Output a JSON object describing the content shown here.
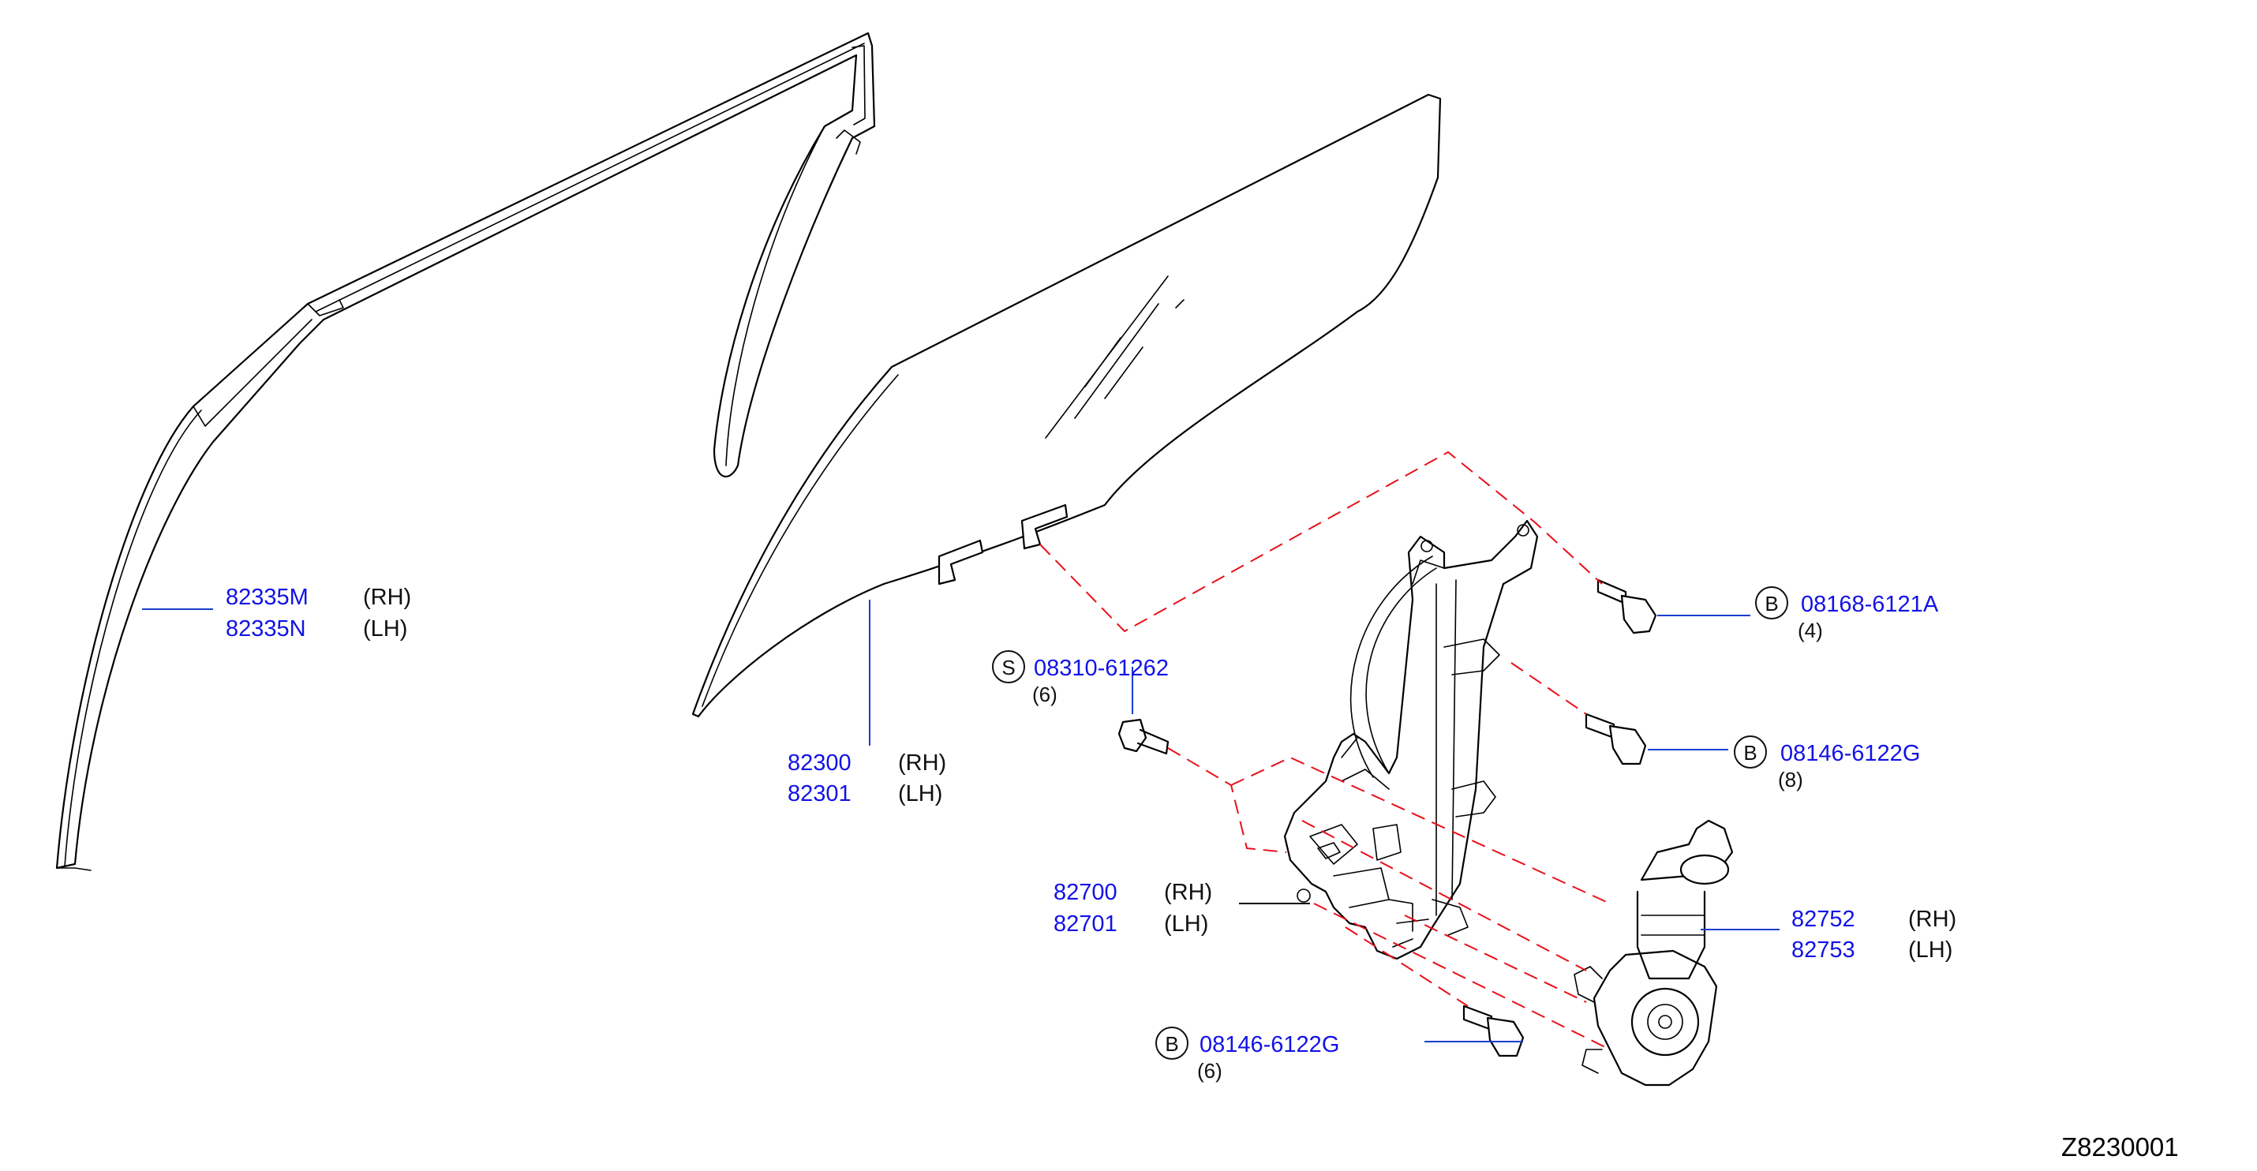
{
  "diagram_code": "Z8230001",
  "callouts": {
    "sash": {
      "pn_rh": "82335M",
      "pn_lh": "82335N",
      "rh": "(RH)",
      "lh": "(LH)"
    },
    "glass": {
      "pn_rh": "82300",
      "pn_lh": "82301",
      "rh": "(RH)",
      "lh": "(LH)"
    },
    "regulator": {
      "pn_rh": "82700",
      "pn_lh": "82701",
      "rh": "(RH)",
      "lh": "(LH)"
    },
    "motor": {
      "pn_rh": "82752",
      "pn_lh": "82753",
      "rh": "(RH)",
      "lh": "(LH)"
    },
    "screw_s": {
      "badge": "S",
      "pn": "08310-61262",
      "qty": "(6)"
    },
    "bolt_top": {
      "badge": "B",
      "pn": "08168-6121A",
      "qty": "(4)"
    },
    "bolt_mid": {
      "badge": "B",
      "pn": "08146-6122G",
      "qty": "(8)"
    },
    "bolt_bottom": {
      "badge": "B",
      "pn": "08146-6122G",
      "qty": "(6)"
    }
  },
  "colors": {
    "part_number": "#1212e6",
    "leader": "#1a3fd0",
    "hidden_line": "#e8101a",
    "outline": "#000000"
  }
}
